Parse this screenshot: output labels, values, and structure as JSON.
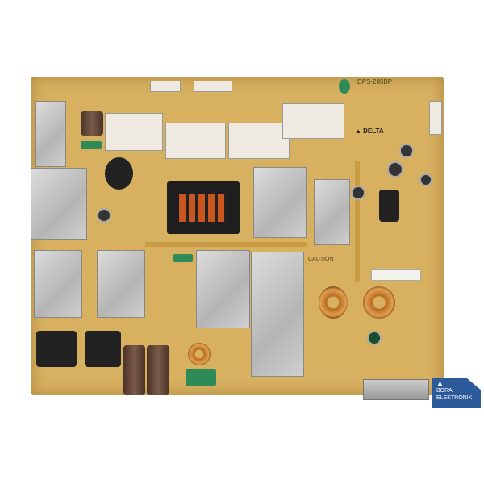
{
  "board": {
    "model_label": "DPS-285BP",
    "brand_label": "DELTA",
    "caution_label": "CAUTION"
  },
  "watermark": {
    "brand": "BORA",
    "brand_sub": "ELEKTRONIK",
    "color": "#2c5a9a"
  }
}
